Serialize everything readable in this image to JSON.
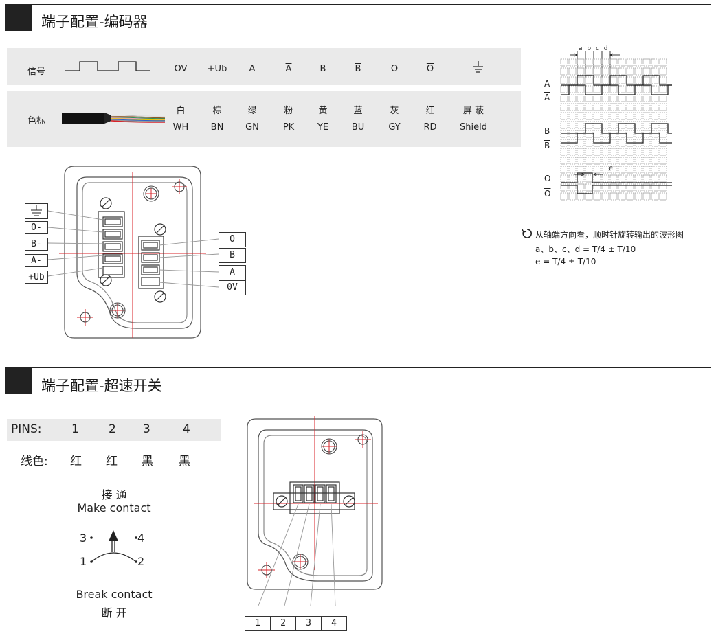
{
  "section1": {
    "title": "端子配置-编码器",
    "signal_row": {
      "label": "信号",
      "signals": [
        {
          "text": "OV",
          "overline": false
        },
        {
          "text": "+Ub",
          "overline": false
        },
        {
          "text": "A",
          "overline": false
        },
        {
          "text": "A",
          "overline": true
        },
        {
          "text": "B",
          "overline": false
        },
        {
          "text": "B",
          "overline": true
        },
        {
          "text": "O",
          "overline": false
        },
        {
          "text": "O",
          "overline": true
        }
      ],
      "ground_icon": "ground-icon"
    },
    "color_row": {
      "label": "色标",
      "colors": [
        {
          "cn": "白",
          "en": "WH"
        },
        {
          "cn": "棕",
          "en": "BN"
        },
        {
          "cn": "绿",
          "en": "GN"
        },
        {
          "cn": "粉",
          "en": "PK"
        },
        {
          "cn": "黄",
          "en": "YE"
        },
        {
          "cn": "蓝",
          "en": "BU"
        },
        {
          "cn": "灰",
          "en": "GY"
        },
        {
          "cn": "红",
          "en": "RD"
        },
        {
          "cn": "屏 蔽",
          "en": "Shield"
        }
      ]
    },
    "left_terminal_labels": [
      "O-",
      "B-",
      "A-",
      "+Ub"
    ],
    "right_terminal_labels": [
      "O",
      "B",
      "A",
      "0V"
    ],
    "waveform": {
      "top_labels": "a b c d",
      "e_label": "e",
      "row_labels": [
        {
          "text": "A",
          "overline": false
        },
        {
          "text": "A",
          "overline": true
        },
        {
          "text": "B",
          "overline": false
        },
        {
          "text": "B",
          "overline": true
        },
        {
          "text": "O",
          "overline": false
        },
        {
          "text": "O",
          "overline": true
        }
      ],
      "note_line1": "从轴端方向看，顺时针旋转输出的波形图",
      "note_line2": "a、b、c、d = T/4 ± T/10",
      "note_line3": "e = T/4 ± T/10"
    }
  },
  "section2": {
    "title": "端子配置-超速开关",
    "pins_label": "PINS:",
    "pins": [
      "1",
      "2",
      "3",
      "4"
    ],
    "wire_label": "线色:",
    "wires": [
      "红",
      "红",
      "黑",
      "黑"
    ],
    "make_cn": "接 通",
    "make_en": "Make contact",
    "break_en": "Break contact",
    "break_cn": "断 开",
    "switch_nums": [
      "3",
      "4",
      "1",
      "2"
    ],
    "pin_boxes": [
      "1",
      "2",
      "3",
      "4"
    ]
  },
  "colors": {
    "accent_red": "#d9232a",
    "band_gray": "#eaeaea",
    "line_dark": "#222222"
  }
}
